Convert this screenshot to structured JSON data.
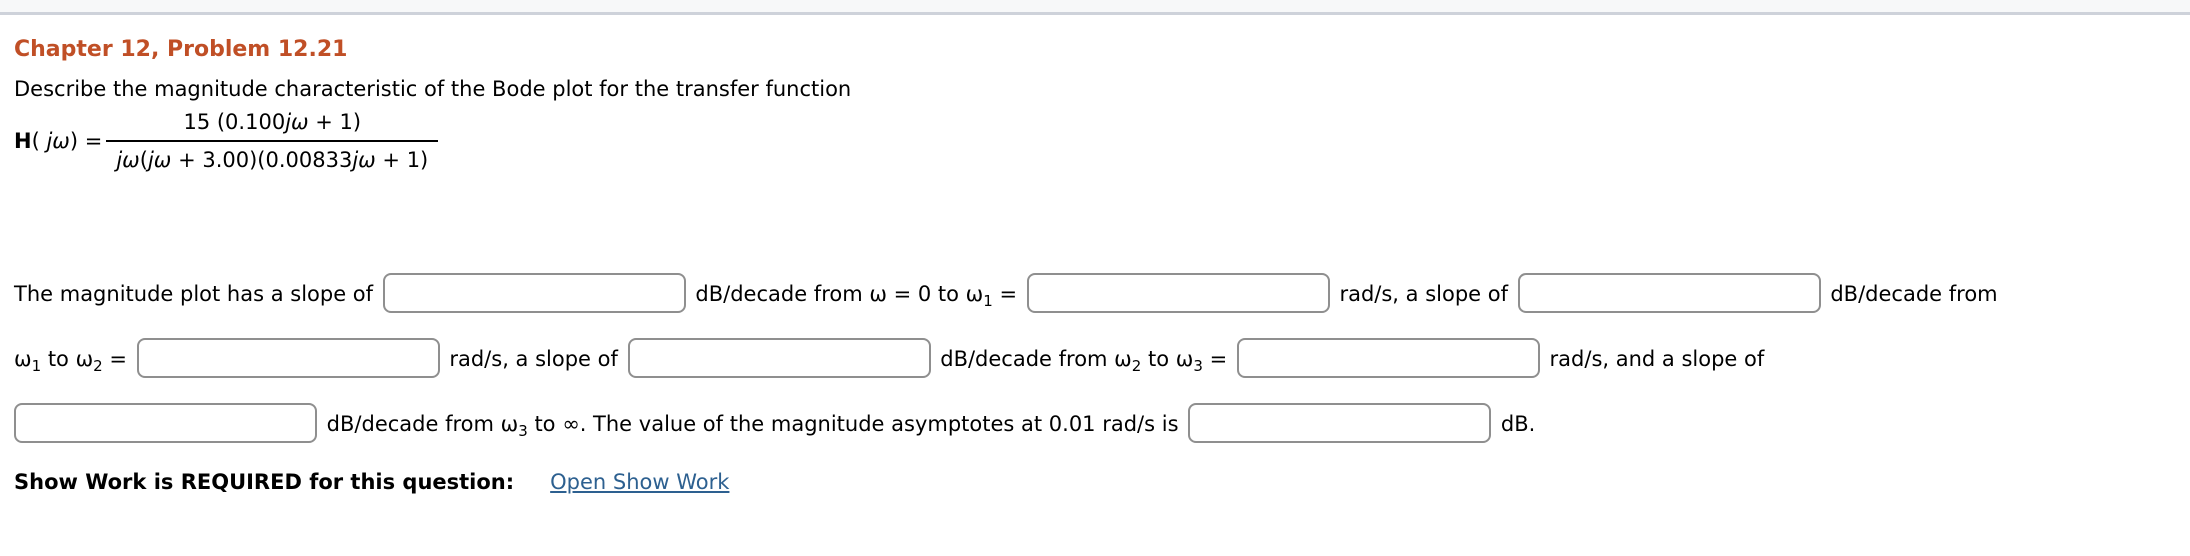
{
  "colors": {
    "title_text": "#c04f26",
    "link_text": "#2d6090",
    "top_bar_bg": "#f7f8f9",
    "top_bar_border": "#ced2da",
    "input_border": "#8f8f8f"
  },
  "content": {
    "title": "Chapter 12, Problem 12.21",
    "prompt": "Describe the magnitude characteristic of the Bode plot for the transfer function",
    "formula": {
      "lhs": [
        {
          "t": "bold",
          "v": "H"
        },
        {
          "t": "text",
          "v": "( "
        },
        {
          "t": "italic",
          "v": "jω"
        },
        {
          "t": "text",
          "v": ") = "
        }
      ],
      "numerator": [
        {
          "t": "text",
          "v": "15 (0.100"
        },
        {
          "t": "italic",
          "v": "jω"
        },
        {
          "t": "text",
          "v": " + 1)"
        }
      ],
      "denominator": [
        {
          "t": "italic",
          "v": "jω"
        },
        {
          "t": "text",
          "v": "("
        },
        {
          "t": "italic",
          "v": "jω"
        },
        {
          "t": "text",
          "v": " + 3.00)(0.00833"
        },
        {
          "t": "italic",
          "v": "jω"
        },
        {
          "t": "text",
          "v": " + 1)"
        }
      ]
    },
    "lines": [
      {
        "tokens": [
          {
            "t": "text",
            "v": "The magnitude plot has a slope of "
          },
          {
            "t": "input",
            "name": "slope-1-input",
            "value": ""
          },
          {
            "t": "text",
            "v": " dB/decade from ω = 0 to ω"
          },
          {
            "t": "sub",
            "v": "1"
          },
          {
            "t": "text",
            "v": " = "
          },
          {
            "t": "input",
            "name": "omega-1-input",
            "value": ""
          },
          {
            "t": "text",
            "v": " rad/s, a slope of "
          },
          {
            "t": "input",
            "name": "slope-2-input",
            "value": ""
          },
          {
            "t": "text",
            "v": " dB/decade from"
          }
        ]
      },
      {
        "tokens": [
          {
            "t": "text",
            "v": "ω"
          },
          {
            "t": "sub",
            "v": "1"
          },
          {
            "t": "text",
            "v": " to ω"
          },
          {
            "t": "sub",
            "v": "2"
          },
          {
            "t": "text",
            "v": " = "
          },
          {
            "t": "input",
            "name": "omega-2-input",
            "value": ""
          },
          {
            "t": "text",
            "v": " rad/s, a slope of "
          },
          {
            "t": "input",
            "name": "slope-3-input",
            "value": ""
          },
          {
            "t": "text",
            "v": " dB/decade from ω"
          },
          {
            "t": "sub",
            "v": "2"
          },
          {
            "t": "text",
            "v": " to ω"
          },
          {
            "t": "sub",
            "v": "3"
          },
          {
            "t": "text",
            "v": " = "
          },
          {
            "t": "input",
            "name": "omega-3-input",
            "value": ""
          },
          {
            "t": "text",
            "v": " rad/s, and a slope of"
          }
        ]
      },
      {
        "tokens": [
          {
            "t": "input",
            "name": "slope-4-input",
            "value": ""
          },
          {
            "t": "text",
            "v": " dB/decade from ω"
          },
          {
            "t": "sub",
            "v": "3"
          },
          {
            "t": "text",
            "v": " to ∞. The value of the magnitude asymptotes at 0.01 rad/s is "
          },
          {
            "t": "input",
            "name": "magnitude-at-0.01-input",
            "value": ""
          },
          {
            "t": "text",
            "v": " dB."
          }
        ]
      }
    ],
    "show_work": {
      "label": "Show Work is REQUIRED for this question:",
      "link": "Open Show Work"
    }
  }
}
